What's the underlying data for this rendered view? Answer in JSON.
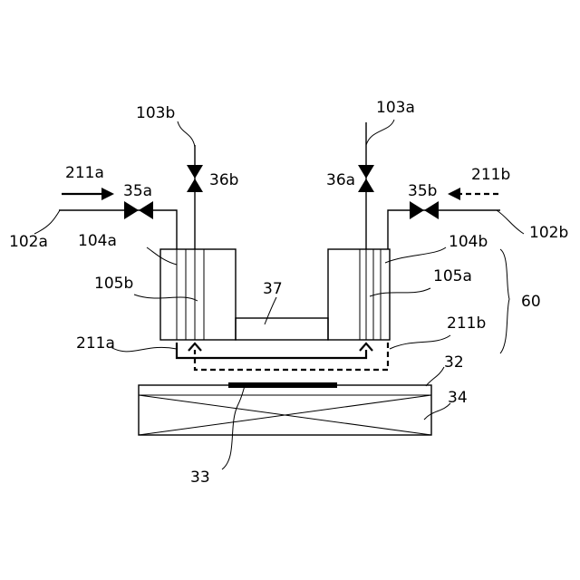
{
  "labels": {
    "l_103b": "103b",
    "l_103a": "103a",
    "l_211a_top": "211a",
    "l_211b_top": "211b",
    "l_35a": "35a",
    "l_35b": "35b",
    "l_36a": "36a",
    "l_36b": "36b",
    "l_102a": "102a",
    "l_102b": "102b",
    "l_104a": "104a",
    "l_104b": "104b",
    "l_105a": "105a",
    "l_105b": "105b",
    "l_37": "37",
    "l_60": "60",
    "l_211a_bottom": "211a",
    "l_211b_bottom": "211b",
    "l_32": "32",
    "l_34": "34",
    "l_33": "33"
  }
}
